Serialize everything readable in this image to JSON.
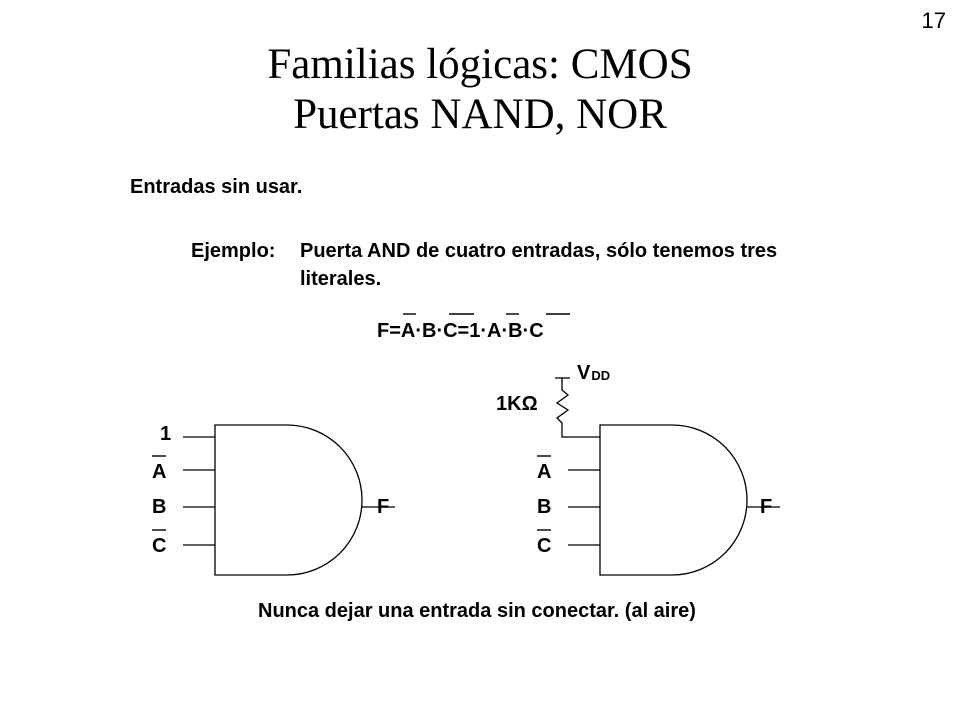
{
  "page_number": "17",
  "title": {
    "line1": "Familias lógicas: CMOS",
    "line2": "Puertas NAND, NOR"
  },
  "section_heading": "Entradas sin usar.",
  "example": {
    "label": "Ejemplo:",
    "line1": "Puerta AND de cuatro entradas, sólo tenemos tres",
    "line2": "literales."
  },
  "formula": "F=A·B·C=1·A·B·C",
  "circuit_left": {
    "inputs": [
      "1",
      "A",
      "B",
      "C"
    ],
    "output": "F"
  },
  "circuit_right": {
    "supply": "V",
    "supply_subscript": "DD",
    "resistor": "1KΩ",
    "inputs": [
      "A",
      "B",
      "C"
    ],
    "output": "F"
  },
  "footer_note": "Nunca dejar una entrada sin conectar. (al aire)"
}
